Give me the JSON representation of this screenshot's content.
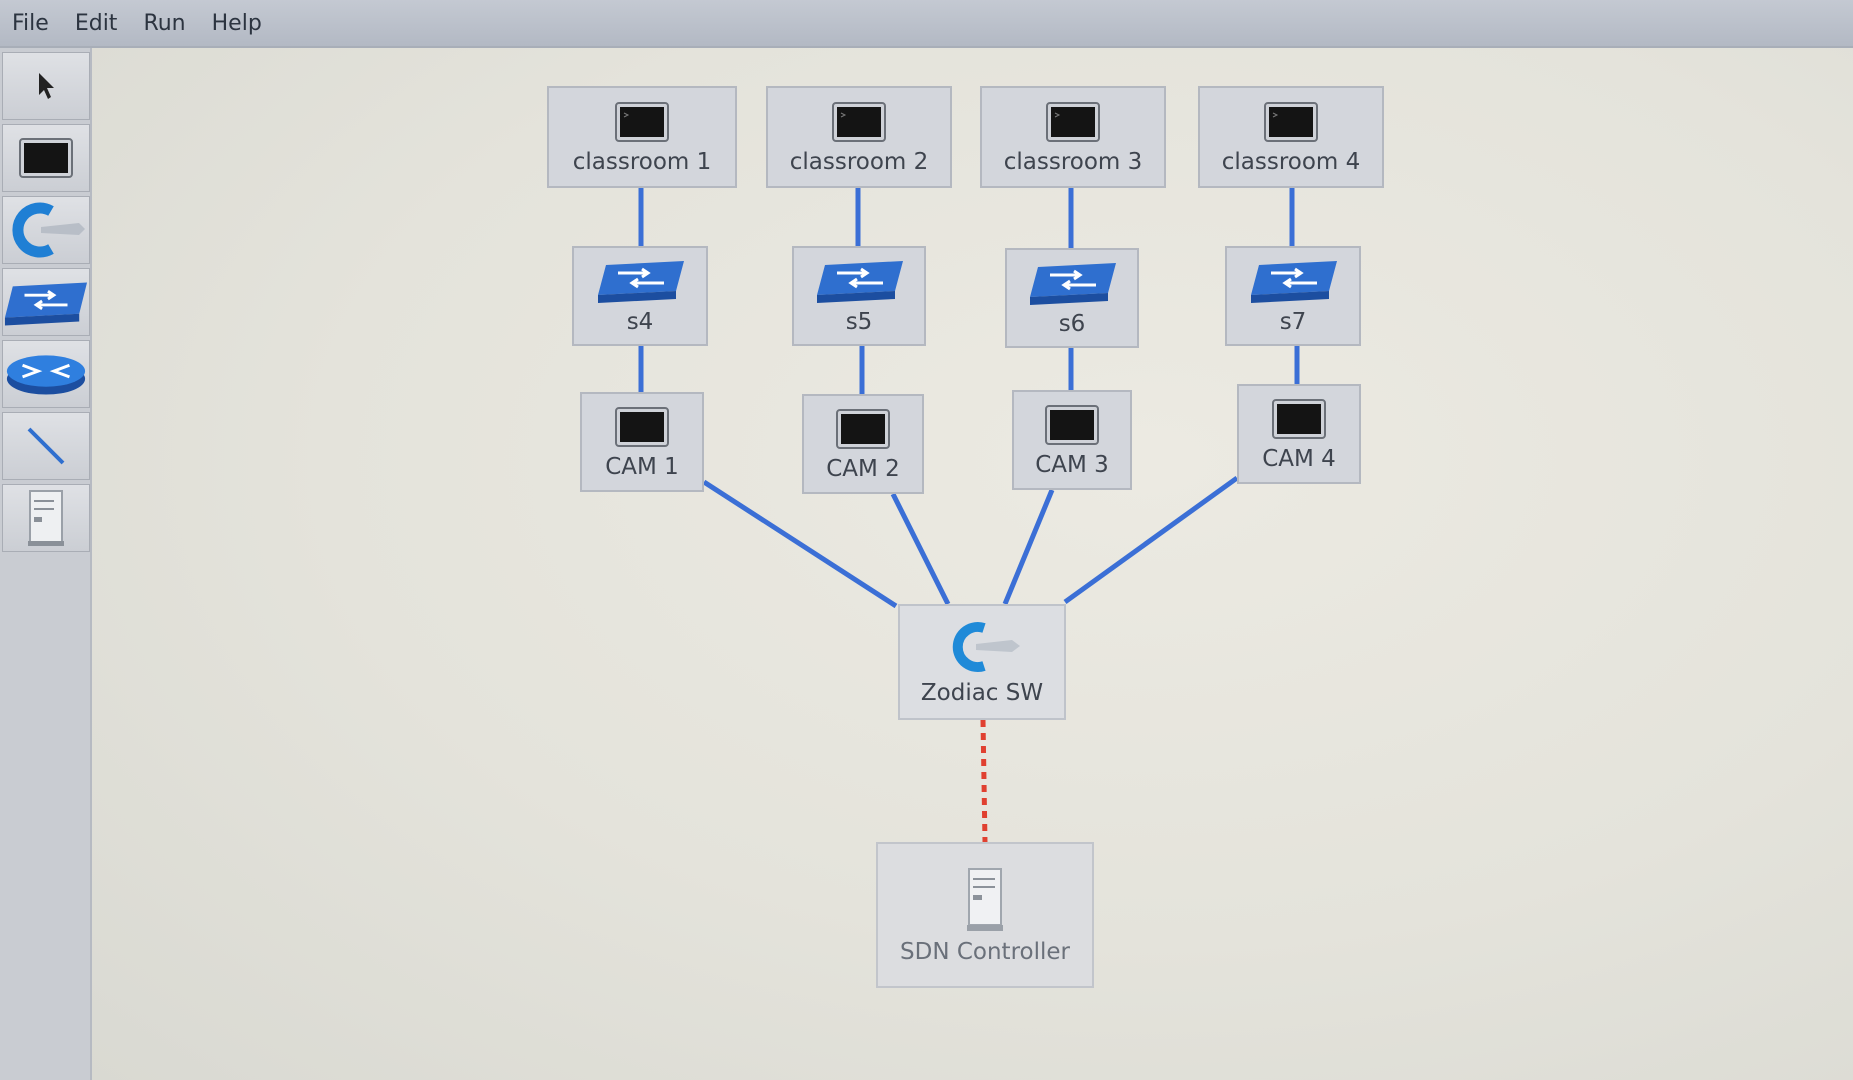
{
  "menu": [
    "File",
    "Edit",
    "Run",
    "Help"
  ],
  "palette": [
    {
      "tool": "select",
      "icon": "pointer-arrow-icon"
    },
    {
      "tool": "host",
      "icon": "host-terminal-icon"
    },
    {
      "tool": "controller",
      "icon": "controller-icon"
    },
    {
      "tool": "switch",
      "icon": "switch-icon"
    },
    {
      "tool": "router",
      "icon": "router-icon"
    },
    {
      "tool": "link",
      "icon": "link-line-icon"
    },
    {
      "tool": "server",
      "icon": "server-icon"
    }
  ],
  "nodes": {
    "classroom1": {
      "label": "classroom 1",
      "icon": "host-terminal-icon"
    },
    "classroom2": {
      "label": "classroom 2",
      "icon": "host-terminal-icon"
    },
    "classroom3": {
      "label": "classroom 3",
      "icon": "host-terminal-icon"
    },
    "classroom4": {
      "label": "classroom 4",
      "icon": "host-terminal-icon"
    },
    "s4": {
      "label": "s4",
      "icon": "switch-icon"
    },
    "s5": {
      "label": "s5",
      "icon": "switch-icon"
    },
    "s6": {
      "label": "s6",
      "icon": "switch-icon"
    },
    "s7": {
      "label": "s7",
      "icon": "switch-icon"
    },
    "cam1": {
      "label": "CAM 1",
      "icon": "host-terminal-icon"
    },
    "cam2": {
      "label": "CAM 2",
      "icon": "host-terminal-icon"
    },
    "cam3": {
      "label": "CAM 3",
      "icon": "host-terminal-icon"
    },
    "cam4": {
      "label": "CAM 4",
      "icon": "host-terminal-icon"
    },
    "zodiac": {
      "label": "Zodiac SW",
      "icon": "controller-icon"
    },
    "sdn": {
      "label": "SDN Controller",
      "icon": "server-icon"
    }
  },
  "colors": {
    "link": "#3b6fd6",
    "control_link": "#e04030",
    "switch_blue": "#2f6fcf",
    "terminal": "#1a1a1a"
  }
}
